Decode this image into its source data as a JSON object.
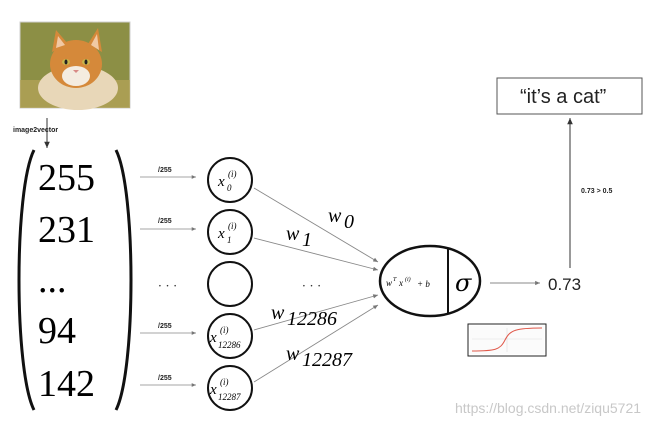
{
  "input": {
    "image_label": "image2vector"
  },
  "vector": {
    "values": [
      "255",
      "231",
      "...",
      "94",
      "142"
    ]
  },
  "scale_labels": [
    "/255",
    "/255",
    "/255",
    "/255"
  ],
  "nodes": [
    {
      "base": "x",
      "sup": "(i)",
      "sub": "0"
    },
    {
      "base": "x",
      "sup": "(i)",
      "sub": "1"
    },
    {
      "base": "",
      "sup": "",
      "sub": ""
    },
    {
      "base": "x",
      "sup": "(i)",
      "sub": "12286"
    },
    {
      "base": "x",
      "sup": "(i)",
      "sub": "12287"
    }
  ],
  "ellipsis": {
    "left": "· · ·",
    "right": "· · ·"
  },
  "weights": [
    {
      "base": "w",
      "sub": "0"
    },
    {
      "base": "w",
      "sub": "1"
    },
    {
      "base": "w",
      "sub": "12286"
    },
    {
      "base": "w",
      "sub": "12287"
    }
  ],
  "neuron": {
    "linear_w": "w",
    "linear_T": "T",
    "linear_x": "x",
    "linear_i": "(i)",
    "linear_rest": "+ b",
    "activation": "σ"
  },
  "output": {
    "value": "0.73",
    "threshold_label": "0.73 > 0.5",
    "result": "“it’s a cat”"
  },
  "watermark": "https://blog.csdn.net/ziqu5721",
  "colors": {
    "line": "#444444",
    "arrow": "#8a8a8a",
    "sigmoid": "#e0584a",
    "cat_orange": "#c8782e",
    "cat_bg": "#8a8a3a"
  }
}
